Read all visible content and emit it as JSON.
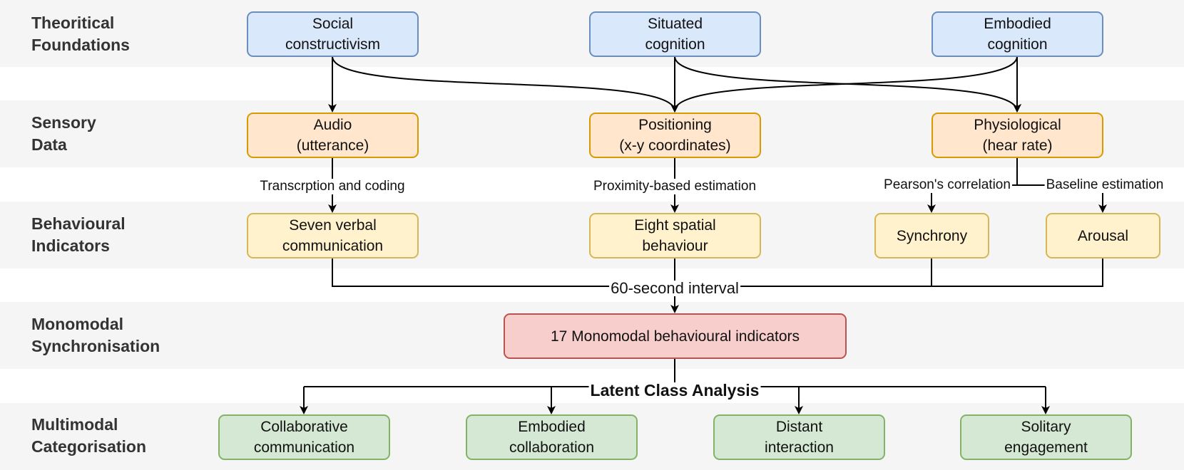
{
  "rows": [
    {
      "id": "theoretical",
      "lines": [
        "Theoritical",
        "Foundations"
      ]
    },
    {
      "id": "sensory",
      "lines": [
        "Sensory",
        "Data"
      ]
    },
    {
      "id": "behavioural",
      "lines": [
        "Behavioural",
        "Indicators"
      ]
    },
    {
      "id": "monomodal",
      "lines": [
        "Monomodal",
        "Synchronisation"
      ]
    },
    {
      "id": "multimodal",
      "lines": [
        "Multimodal",
        "Categorisation"
      ]
    }
  ],
  "nodes": {
    "social": {
      "lines": [
        "Social",
        "constructivism"
      ]
    },
    "situated": {
      "lines": [
        "Situated",
        "cognition"
      ]
    },
    "embodied": {
      "lines": [
        "Embodied",
        "cognition"
      ]
    },
    "audio": {
      "lines": [
        "Audio",
        "(utterance)"
      ]
    },
    "positioning": {
      "lines": [
        "Positioning",
        "(x-y coordinates)"
      ]
    },
    "physiological": {
      "lines": [
        "Physiological",
        "(hear rate)"
      ]
    },
    "verbal": {
      "lines": [
        "Seven verbal",
        "communication"
      ]
    },
    "spatial": {
      "lines": [
        "Eight spatial",
        "behaviour"
      ]
    },
    "synchrony": {
      "lines": [
        "Synchrony"
      ]
    },
    "arousal": {
      "lines": [
        "Arousal"
      ]
    },
    "monomodal": {
      "lines": [
        "17 Monomodal behavioural indicators"
      ]
    },
    "collab": {
      "lines": [
        "Collaborative",
        "communication"
      ]
    },
    "embodcollab": {
      "lines": [
        "Embodied",
        "collaboration"
      ]
    },
    "distant": {
      "lines": [
        "Distant",
        "interaction"
      ]
    },
    "solitary": {
      "lines": [
        "Solitary",
        "engagement"
      ]
    }
  },
  "edge_labels": {
    "transcription": "Transcrption and coding",
    "proximity": "Proximity-based estimation",
    "pearson": "Pearson's correlation",
    "baseline": "Baseline estimation",
    "interval": "60-second interval",
    "lca": "Latent Class Analysis"
  },
  "colors": {
    "blue_fill": "#dae8fc",
    "blue_stroke": "#6c8ebf",
    "orange_fill": "#ffe6cc",
    "orange_stroke": "#d79b00",
    "yellow_fill": "#fff2cc",
    "yellow_stroke": "#d6b656",
    "red_fill": "#f8cecc",
    "red_stroke": "#b85450",
    "green_fill": "#d5e8d4",
    "green_stroke": "#82b366"
  }
}
